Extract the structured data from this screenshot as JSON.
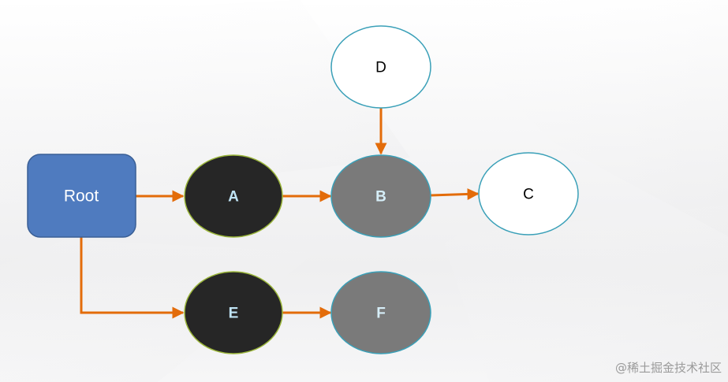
{
  "nodes": {
    "root": "Root",
    "a": "A",
    "b": "B",
    "c": "C",
    "d": "D",
    "e": "E",
    "f": "F"
  },
  "edges": [
    {
      "from": "root",
      "to": "a"
    },
    {
      "from": "a",
      "to": "b"
    },
    {
      "from": "d",
      "to": "b"
    },
    {
      "from": "b",
      "to": "c"
    },
    {
      "from": "root",
      "to": "e"
    },
    {
      "from": "e",
      "to": "f"
    }
  ],
  "colors": {
    "root_fill": "#4f7bbf",
    "root_border": "#3a5f96",
    "dark_fill": "#262626",
    "gray_fill": "#7a7a7a",
    "light_fill": "#ffffff",
    "light_border": "#3aa0b8",
    "dark_border": "#9ab53a",
    "arrow": "#e36c0a"
  },
  "watermark": "@稀土掘金技术社区"
}
